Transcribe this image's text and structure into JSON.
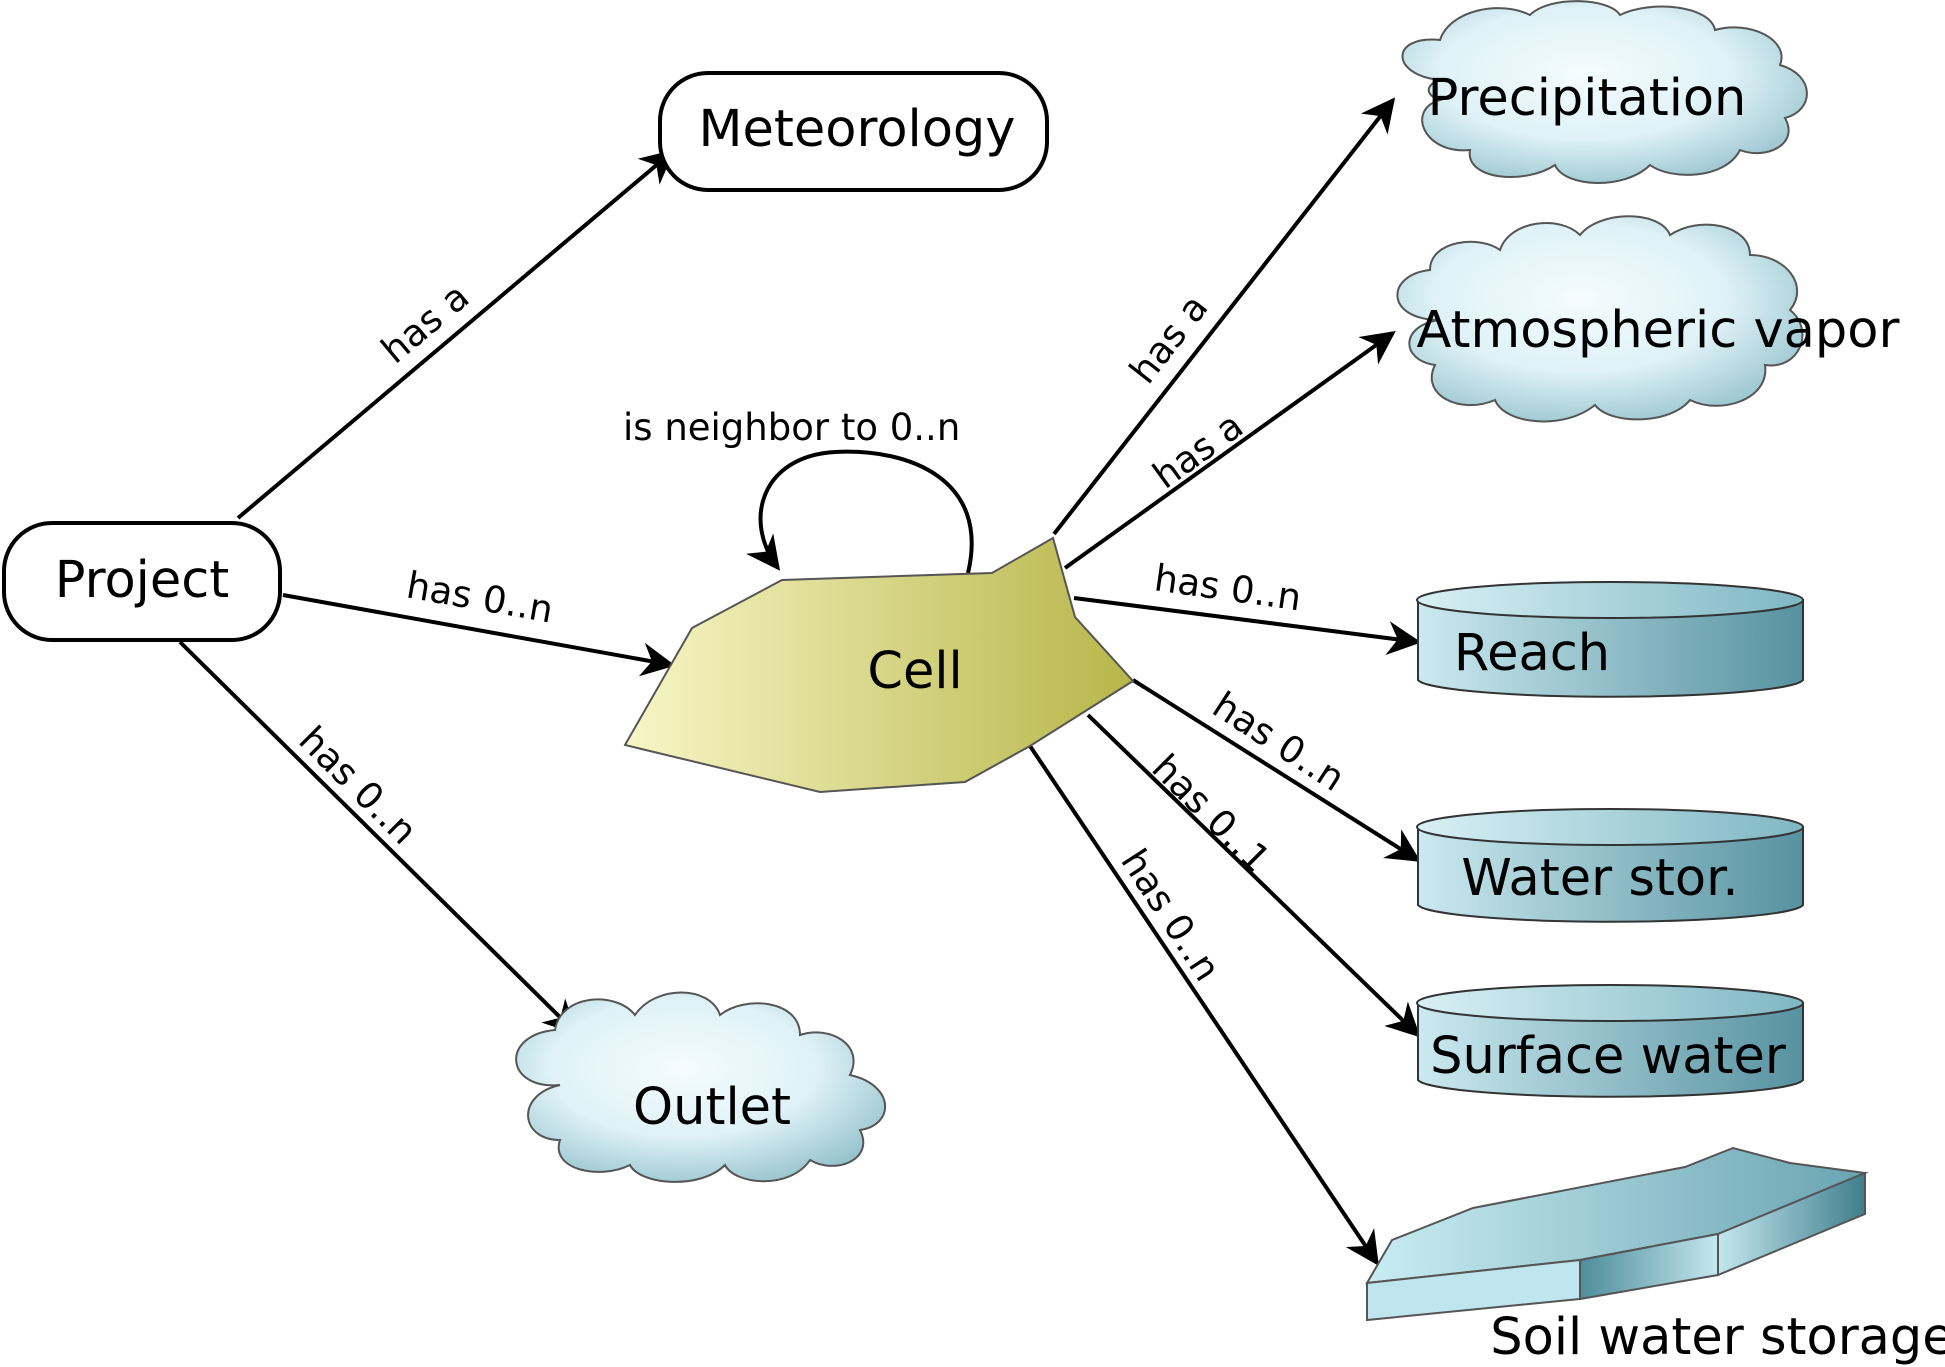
{
  "nodes": {
    "meteorology": "Meteorology",
    "project": "Project",
    "cell": "Cell",
    "outlet": "Outlet",
    "precipitation": "Precipitation",
    "atmospheric_vapor": "Atmospheric vapor",
    "reach": "Reach",
    "water_storage": "Water stor.",
    "surface_water": "Surface water",
    "soil_water_storage": "Soil water storage"
  },
  "edges": {
    "project_meteorology": "has a",
    "project_cell": "has 0..n",
    "project_outlet": "has 0..n",
    "cell_neighbor": "is neighbor to 0..n",
    "cell_precipitation": "has a",
    "cell_atmospheric_vapor": "has a",
    "cell_reach": "has 0..n",
    "cell_water_storage": "has 0..n",
    "cell_surface_water": "has 0..1",
    "cell_soil_water_storage": "has 0..n"
  },
  "colors": {
    "cell_fill_light": "#f7f4c0",
    "cell_fill_dark": "#bcbc50",
    "cloud_light": "#f0fbfd",
    "cloud_dark": "#9cc8d2",
    "cylinder_light": "#c5e6ee",
    "cylinder_dark": "#5b99a6",
    "stroke": "#000000"
  }
}
